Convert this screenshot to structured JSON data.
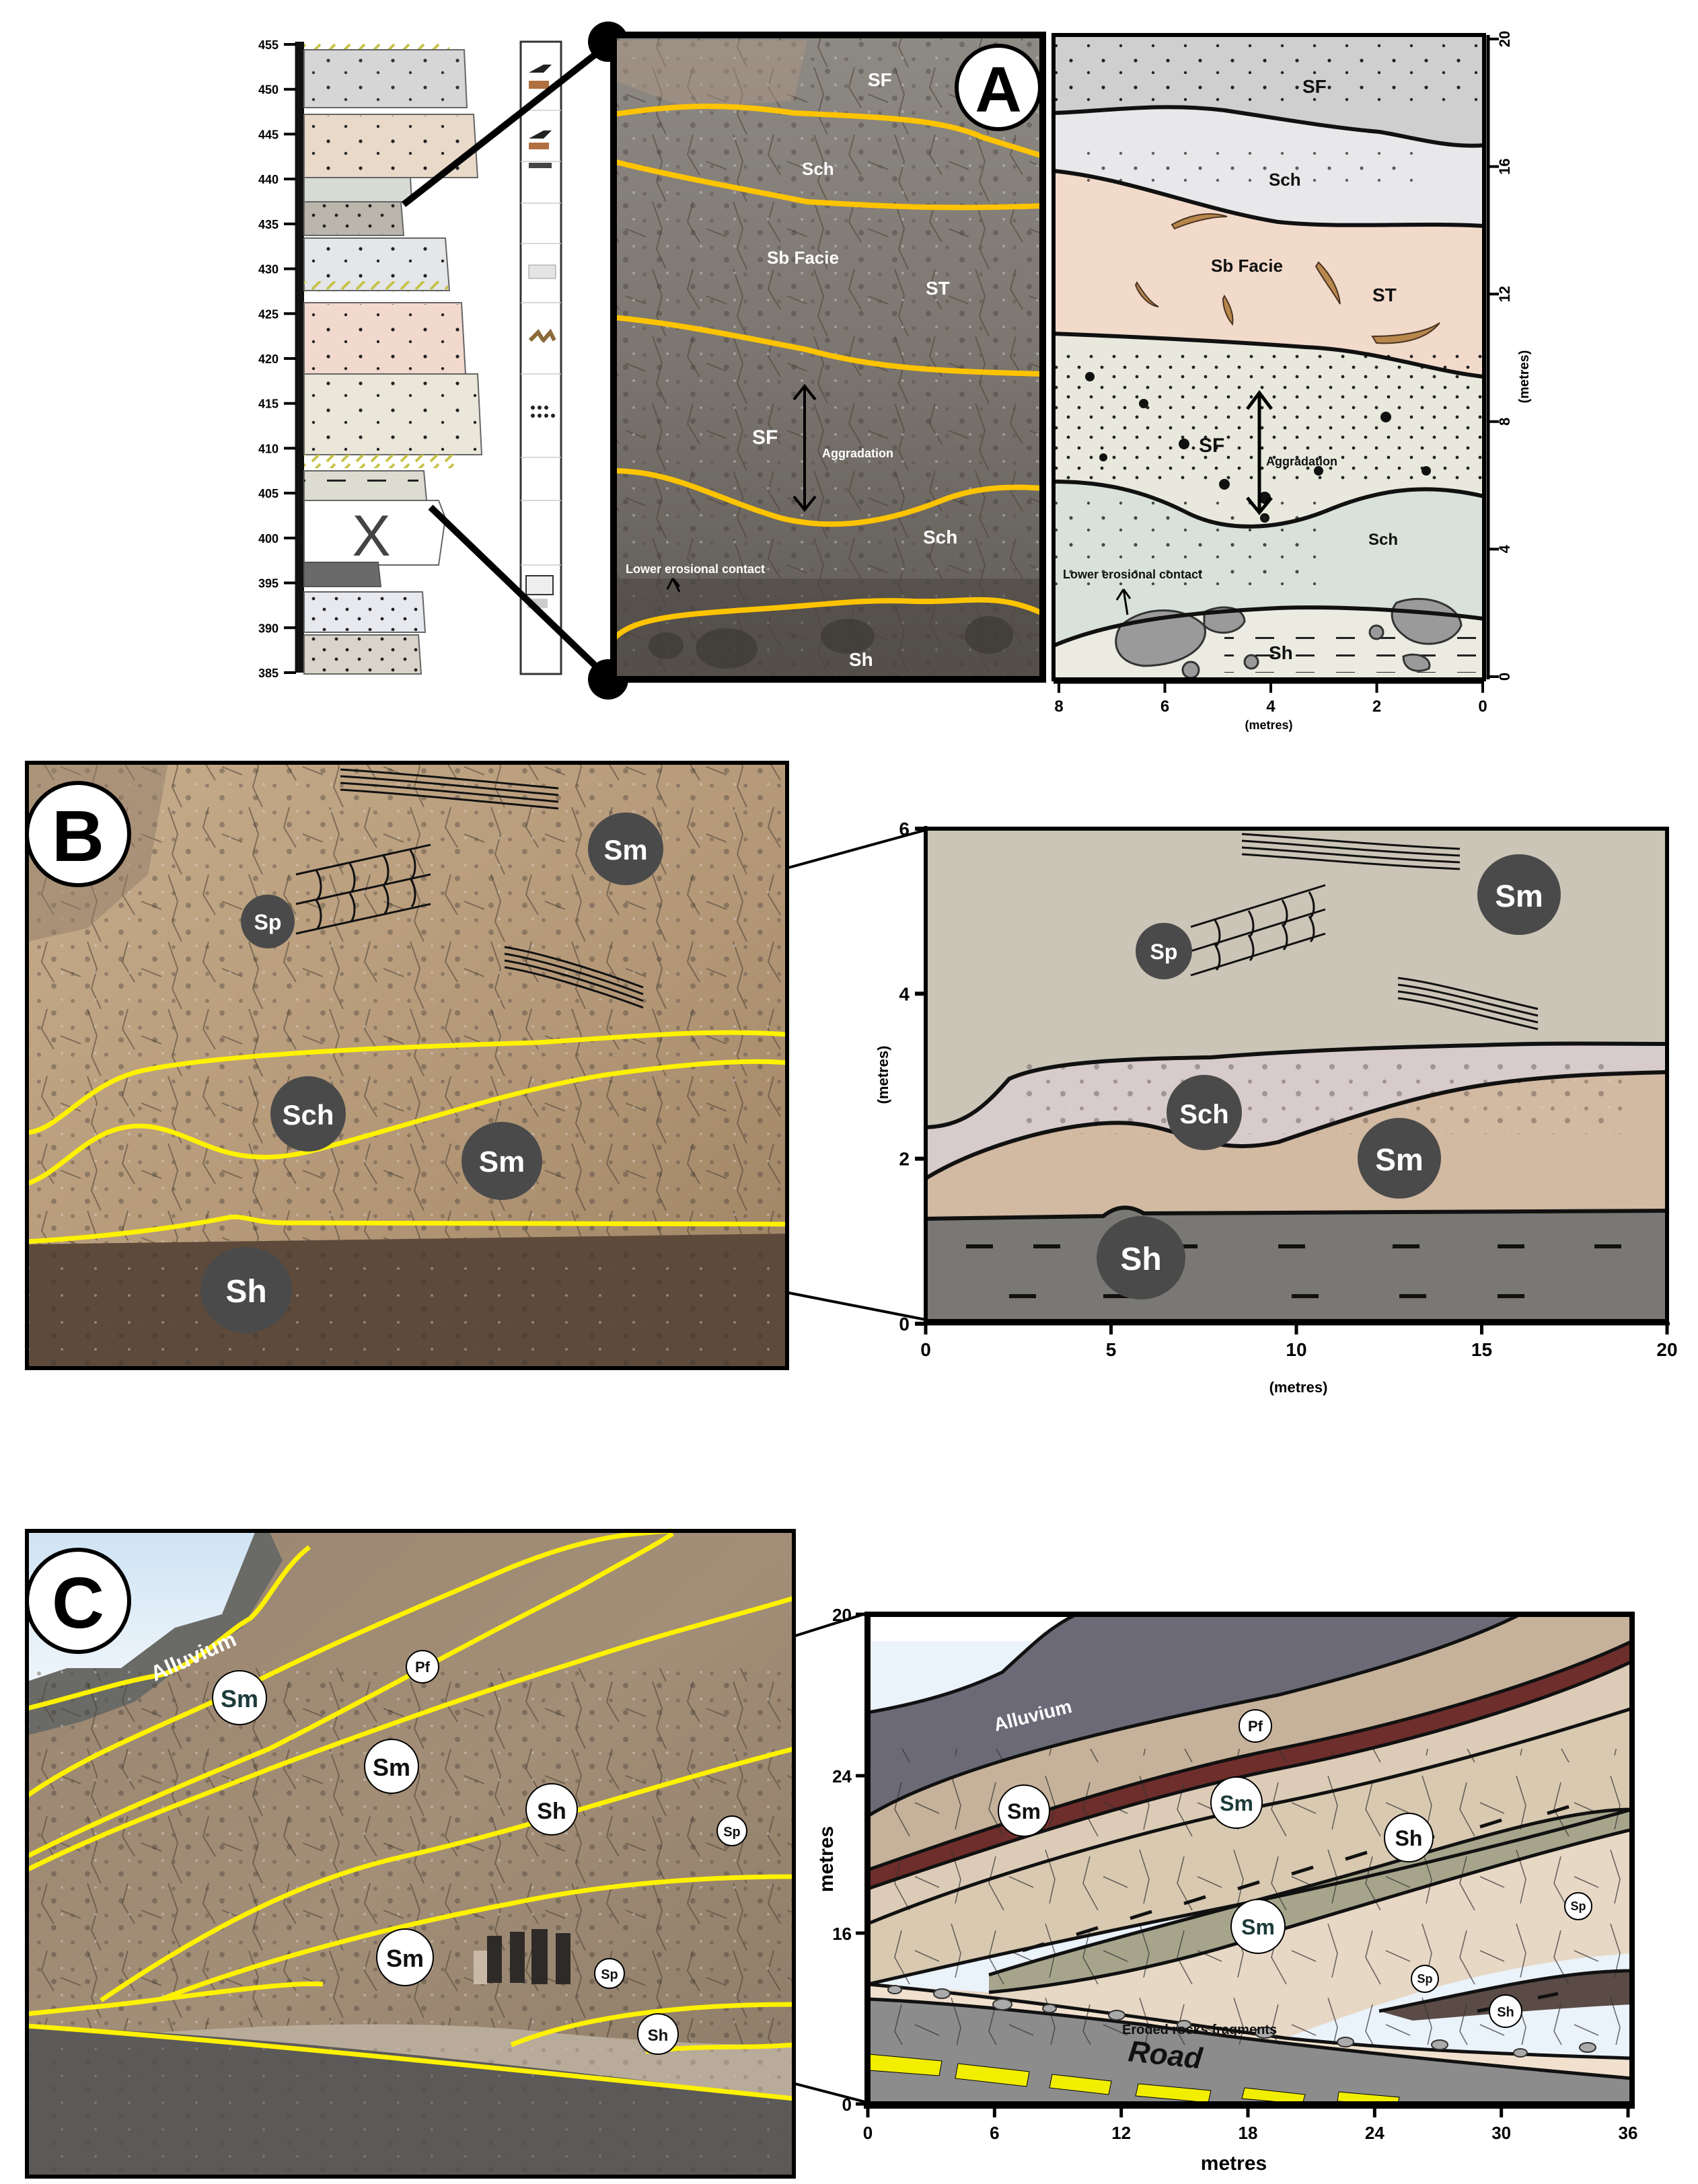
{
  "colors": {
    "contact_line": "#ffcc00",
    "photo_line": "#ffee00",
    "facies_badge": "#4a4a4a",
    "badge_text": "#ffffff",
    "sf": "#cfcfcf",
    "sch_light": "#e6e6e8",
    "sb": "#f2dacb",
    "sf_lower": "#e6e6dc",
    "sch_lower": "#d9e2da",
    "sh": "#ecebe2",
    "b_sky": "#cbc5b7",
    "b_sch": "#d8cbcb",
    "b_sm": "#d2b9a1",
    "b_sh": "#7a7874",
    "c_alluvium": "#6b6a76",
    "c_paleosol": "#6e2e2b",
    "c_sand": "#d9c9b1",
    "c_shale": "#a6a58c",
    "road": "#8c8c8c"
  },
  "panel_a": {
    "letter": "A",
    "log_ticks": [
      "455",
      "450",
      "445",
      "440",
      "435",
      "430",
      "425",
      "420",
      "415",
      "410",
      "405",
      "400",
      "395",
      "390",
      "385"
    ],
    "gap_mark": "X",
    "photo_labels": {
      "sf_top": "SF",
      "sch_upper": "Sch",
      "sb": "Sb Facie",
      "st": "ST",
      "sf_mid": "SF",
      "aggradation": "Aggradation",
      "sch_lower": "Sch",
      "erosional": "Lower erosional contact",
      "sh": "Sh"
    },
    "sketch_labels": {
      "sf_top": "SF",
      "sch_upper": "Sch",
      "sb": "Sb Facie",
      "st": "ST",
      "sf_mid": "SF",
      "aggradation": "Aggradation",
      "sch_lower": "Sch",
      "erosional": "Lower erosional contact",
      "sh": "Sh"
    },
    "y_ticks": [
      "20",
      "16",
      "12",
      "8",
      "4",
      "0"
    ],
    "y_unit": "(metres)",
    "x_ticks": [
      "8",
      "6",
      "4",
      "2",
      "0"
    ],
    "x_unit": "(metres)"
  },
  "panel_b": {
    "letter": "B",
    "photo_badges": {
      "sp": "Sp",
      "sm_top": "Sm",
      "sch": "Sch",
      "sm": "Sm",
      "sh": "Sh"
    },
    "sketch_badges": {
      "sm_top": "Sm",
      "sp": "Sp",
      "sch": "Sch",
      "sm": "Sm",
      "sh": "Sh"
    },
    "y_ticks": [
      "6",
      "4",
      "2",
      "0"
    ],
    "y_unit": "(metres)",
    "x_ticks": [
      "0",
      "5",
      "10",
      "15",
      "20"
    ],
    "x_unit": "(metres)"
  },
  "panel_c": {
    "letter": "C",
    "photo_labels": {
      "alluvium": "Alluvium",
      "sm_top": "Sm",
      "pf": "Pf",
      "sm_mid": "Sm",
      "sh_mid": "Sh",
      "sp_right": "Sp",
      "sm_low": "Sm",
      "sp_low": "Sp",
      "sh_low": "Sh"
    },
    "sketch_labels": {
      "alluvium": "Alluvium",
      "pf": "Pf",
      "sm_top": "Sm",
      "sm_mid": "Sm",
      "sh_mid": "Sh",
      "sm_low": "Sm",
      "sp_right": "Sp",
      "sp_low": "Sp",
      "sh_low": "Sh",
      "eroded": "Eroded rocks fragments",
      "road": "Road"
    },
    "y_ticks": [
      "20",
      "24",
      "16",
      "0"
    ],
    "y_unit": "metres",
    "x_ticks": [
      "0",
      "6",
      "12",
      "18",
      "24",
      "30",
      "36"
    ],
    "x_unit": "metres"
  }
}
